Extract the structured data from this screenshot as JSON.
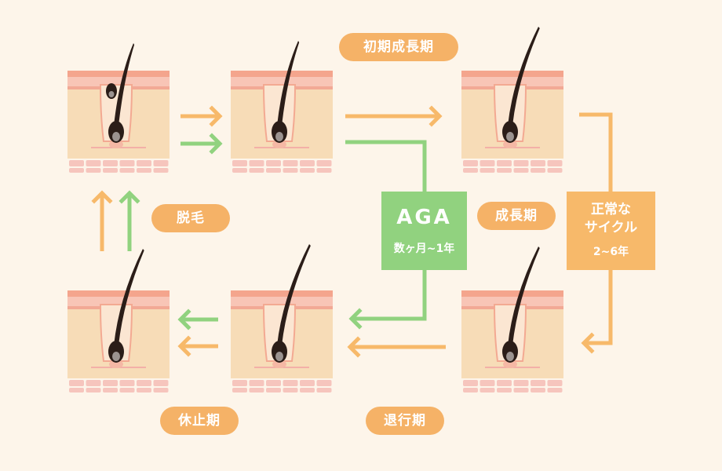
{
  "labels": {
    "early_growth": "初期成長期",
    "hair_loss": "脱毛",
    "growth": "成長期",
    "regression": "退行期",
    "resting": "休止期"
  },
  "aga": {
    "title": "AGA",
    "duration": "数ヶ月~1年"
  },
  "normal_cycle": {
    "title_line1": "正常な",
    "title_line2": "サイクル",
    "duration": "2~6年"
  },
  "colors": {
    "background": "#fdf5ea",
    "normal_arrow": "#f7b96a",
    "aga_arrow": "#91d27f",
    "label_pill": "#f5b267",
    "skin_top": "#f4a58d",
    "skin_band": "#f8c5b6",
    "dermis": "#f7dcb7",
    "hair": "#2b1d18"
  },
  "diagram": {
    "stages": [
      {
        "id": "hair-loss-stage",
        "hair_growth": 0.55,
        "shedding": true
      },
      {
        "id": "early-growth-stage",
        "hair_growth": 0.6,
        "shedding": false
      },
      {
        "id": "growth-stage",
        "hair_growth": 0.9,
        "shedding": false
      },
      {
        "id": "regression-stage",
        "hair_growth": 0.9,
        "shedding": false
      },
      {
        "id": "transition-stage",
        "hair_growth": 0.95,
        "shedding": false
      },
      {
        "id": "resting-stage",
        "hair_growth": 0.85,
        "shedding": false
      }
    ]
  }
}
